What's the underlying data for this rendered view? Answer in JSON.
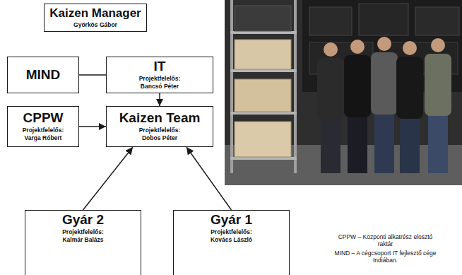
{
  "diagram": {
    "nodes": [
      {
        "text": [
          "Kaizen Manager",
          "Györkös Gábor"
        ]
      },
      {
        "text": [
          "MIND"
        ]
      },
      {
        "text": [
          "IT",
          "Projektfelelős: Bancsó Péter"
        ]
      },
      {
        "text": [
          "CPPW",
          "Projektfelelős: Varga Róbert"
        ]
      },
      {
        "text": [
          "Kaizen Team",
          "Projektfelelős: Dobos Péter"
        ]
      },
      {
        "text": [
          "Gyár 2",
          "Projektfelelős: Kalmár Balázs"
        ]
      },
      {
        "text": [
          "Gyár 1",
          "Projektfelelős: Kovács László"
        ]
      }
    ],
    "edges": [
      {
        "from": 1,
        "to": 2,
        "arrow": "none"
      },
      {
        "from": 2,
        "to": 4,
        "arrow": "to"
      },
      {
        "from": 3,
        "to": 4,
        "arrow": "to"
      },
      {
        "from": 5,
        "to": 4,
        "arrow": "to"
      },
      {
        "from": 6,
        "to": 4,
        "arrow": "to"
      }
    ],
    "labels": [
      "CPPW – Központi alkatrész elosztó raktár",
      "MIND – A cégcsoport IT fejlesztő cége Indiában."
    ]
  }
}
